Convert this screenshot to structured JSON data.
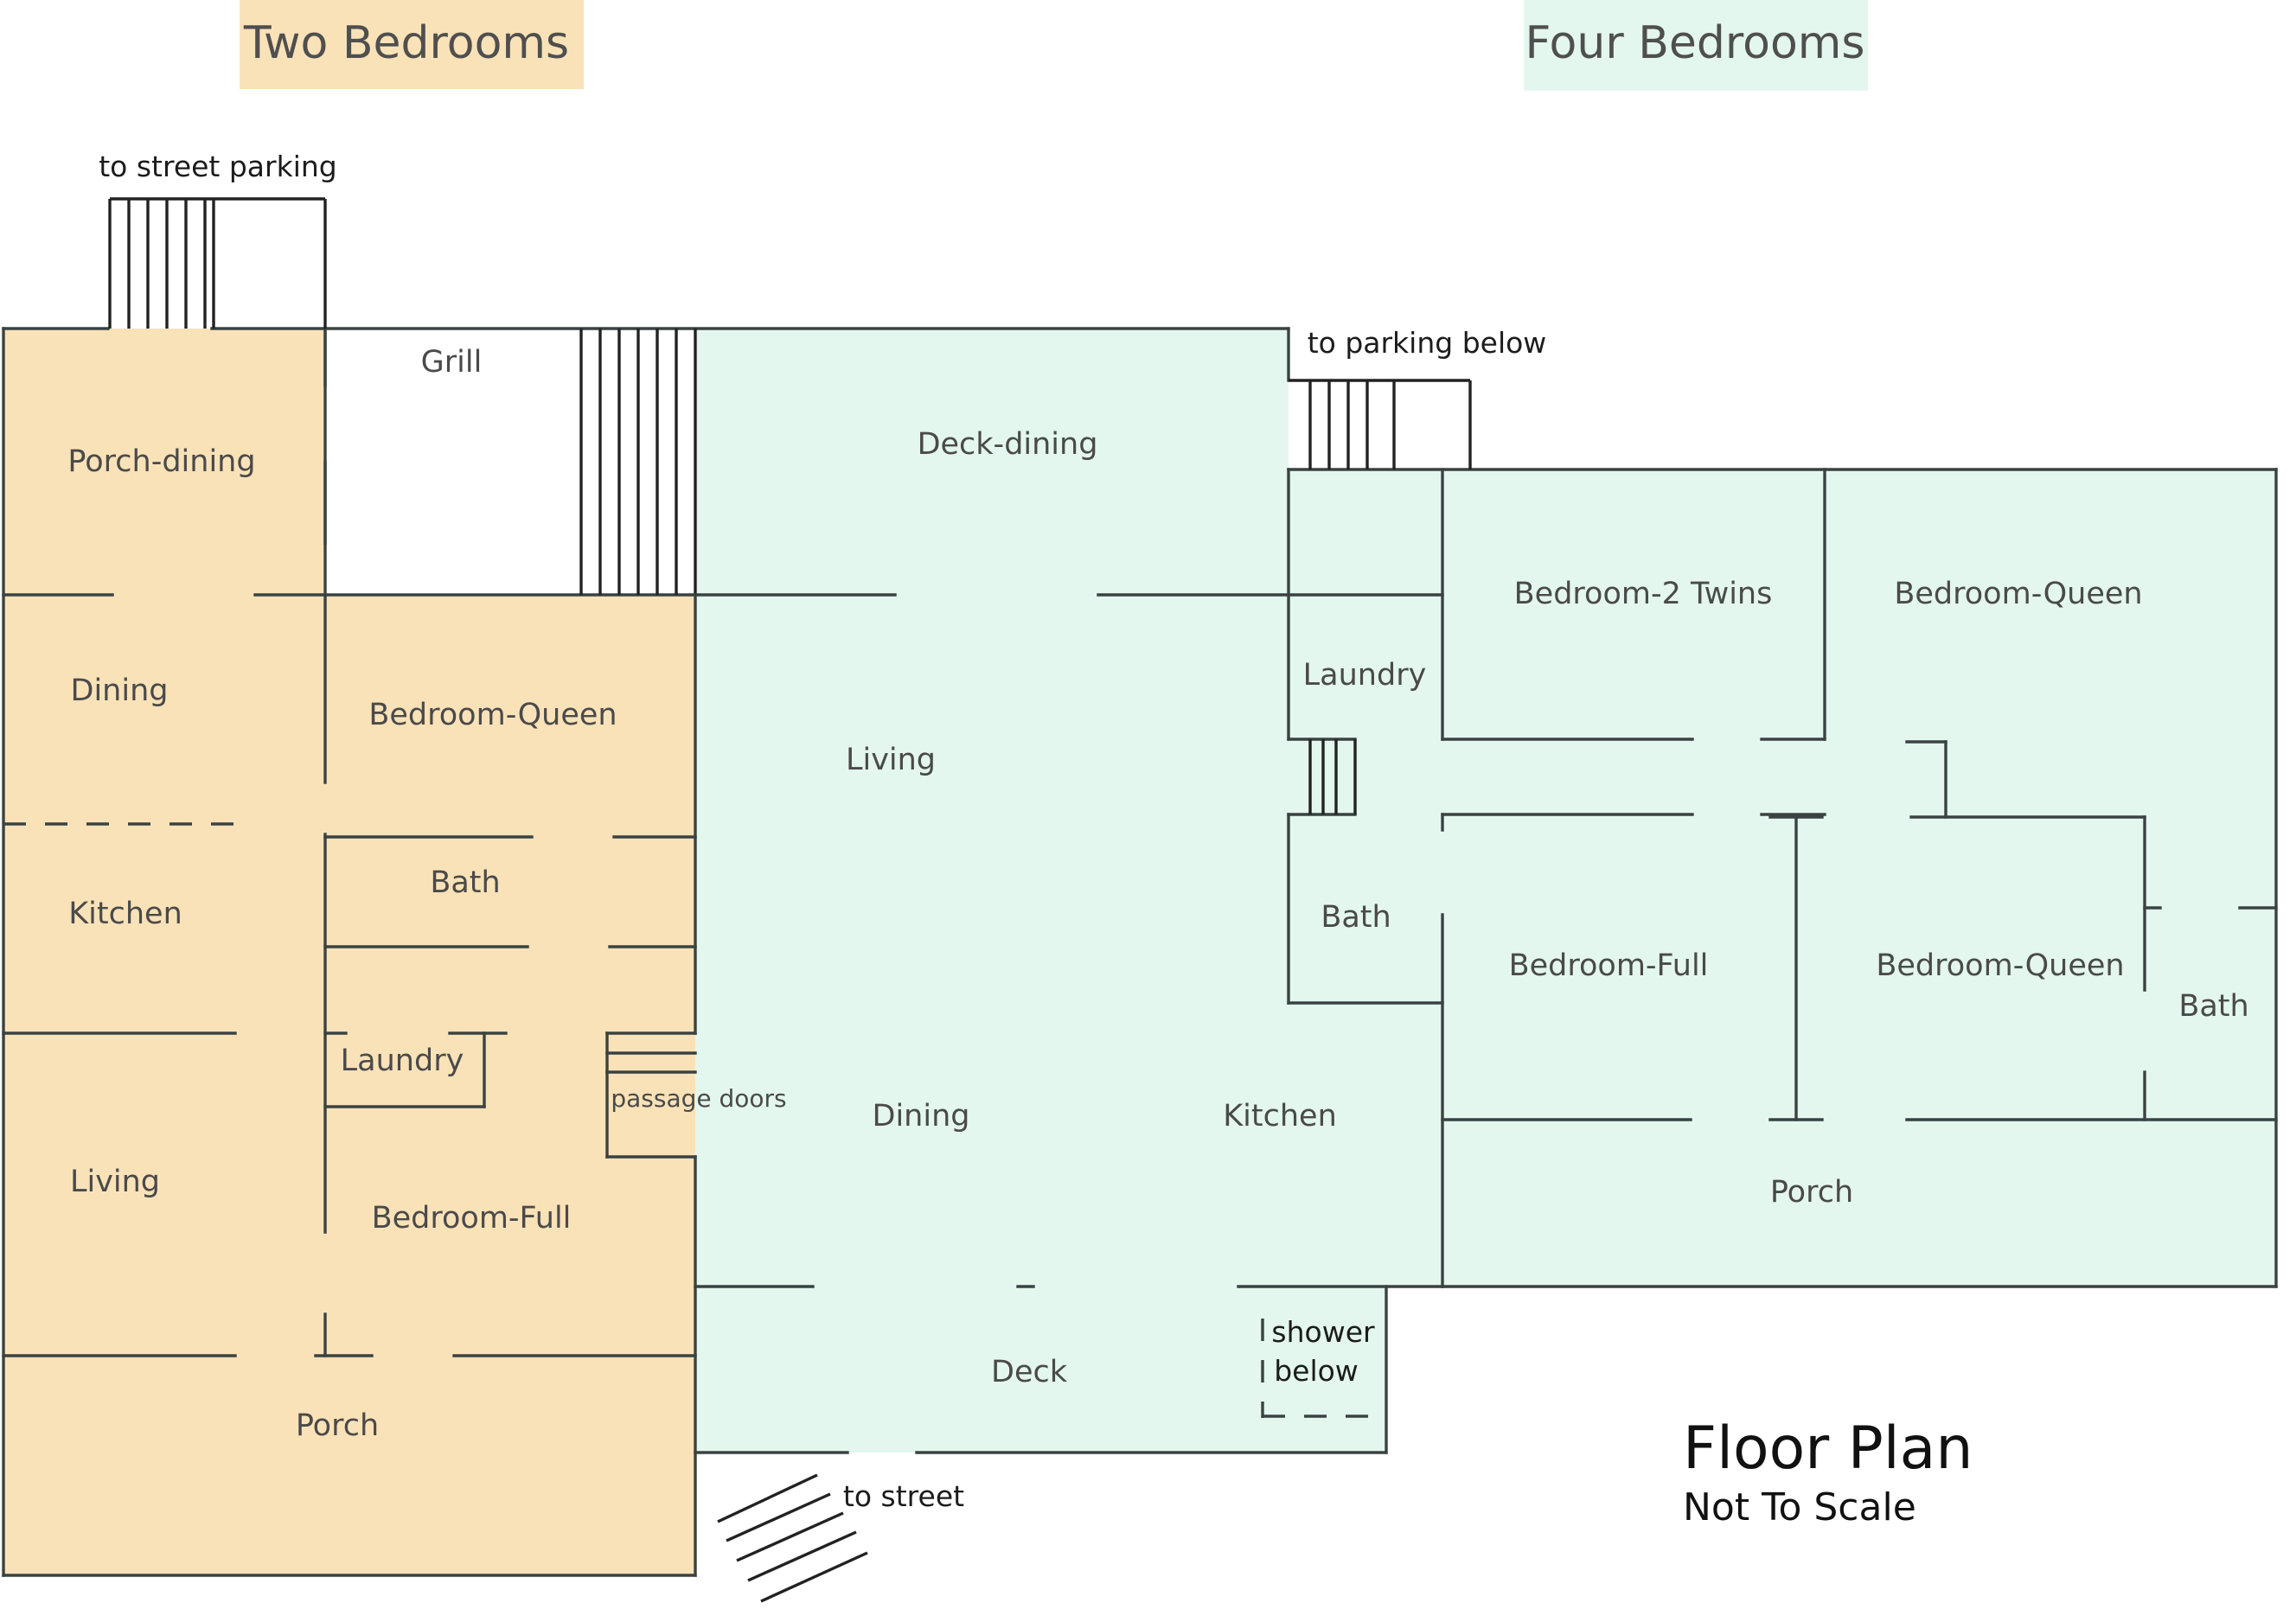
{
  "colors": {
    "two_bedroom_fill": "#fae2b8",
    "four_bedroom_fill": "#e3f7ee",
    "wall": "#3a4242"
  },
  "headers": {
    "two_bedrooms": "Two Bedrooms",
    "four_bedrooms": "Four Bedrooms"
  },
  "title": {
    "main": "Floor Plan",
    "sub": "Not To Scale"
  },
  "notes": {
    "street_parking": "to street parking",
    "parking_below": "to parking below",
    "to_street": "to street",
    "shower_line1": "shower",
    "shower_line2": "below",
    "passage_doors": "passage doors"
  },
  "two_bedroom_rooms": {
    "porch_dining": "Porch-dining",
    "grill": "Grill",
    "dining": "Dining",
    "bedroom_queen": "Bedroom-Queen",
    "kitchen": "Kitchen",
    "bath": "Bath",
    "laundry": "Laundry",
    "living": "Living",
    "bedroom_full": "Bedroom-Full",
    "porch": "Porch"
  },
  "four_bedroom_rooms": {
    "deck_dining": "Deck-dining",
    "living": "Living",
    "laundry": "Laundry",
    "bedroom_2_twins": "Bedroom-2 Twins",
    "bedroom_queen_top": "Bedroom-Queen",
    "bath_left": "Bath",
    "bedroom_full": "Bedroom-Full",
    "bedroom_queen_bottom": "Bedroom-Queen",
    "bath_right": "Bath",
    "dining": "Dining",
    "kitchen": "Kitchen",
    "porch": "Porch",
    "deck": "Deck"
  }
}
